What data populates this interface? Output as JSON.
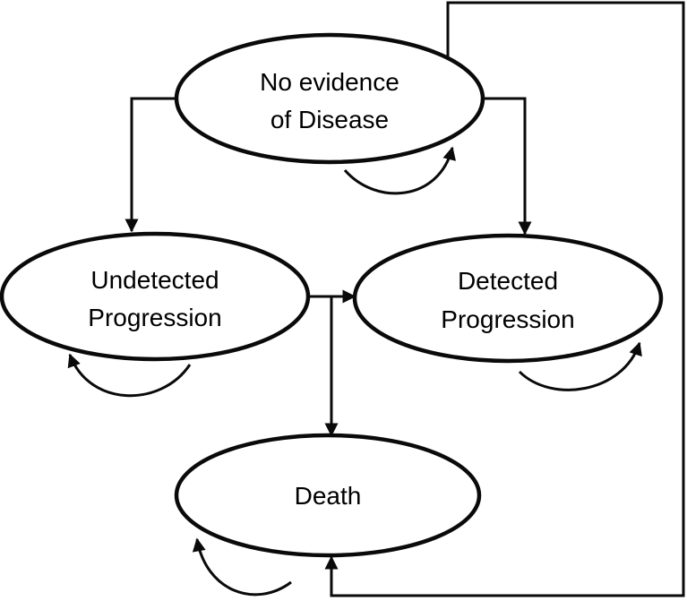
{
  "diagram": {
    "nodes": {
      "ned": {
        "line1": "No evidence",
        "line2": "of Disease"
      },
      "undetected": {
        "line1": "Undetected",
        "line2": "Progression"
      },
      "detected": {
        "line1": "Detected",
        "line2": "Progression"
      },
      "death": {
        "label": "Death"
      }
    },
    "edges": [
      {
        "from": "No evidence of Disease",
        "to": "Undetected Progression"
      },
      {
        "from": "No evidence of Disease",
        "to": "Detected Progression"
      },
      {
        "from": "No evidence of Disease",
        "to": "Death"
      },
      {
        "from": "Undetected Progression",
        "to": "Detected Progression"
      },
      {
        "from": "Undetected Progression",
        "to": "Death"
      }
    ],
    "self_loops": [
      "No evidence of Disease",
      "Undetected Progression",
      "Detected Progression",
      "Death"
    ],
    "colors": {
      "stroke": "#0a0a0a",
      "fill": "#ffffff",
      "text": "#000000"
    }
  }
}
